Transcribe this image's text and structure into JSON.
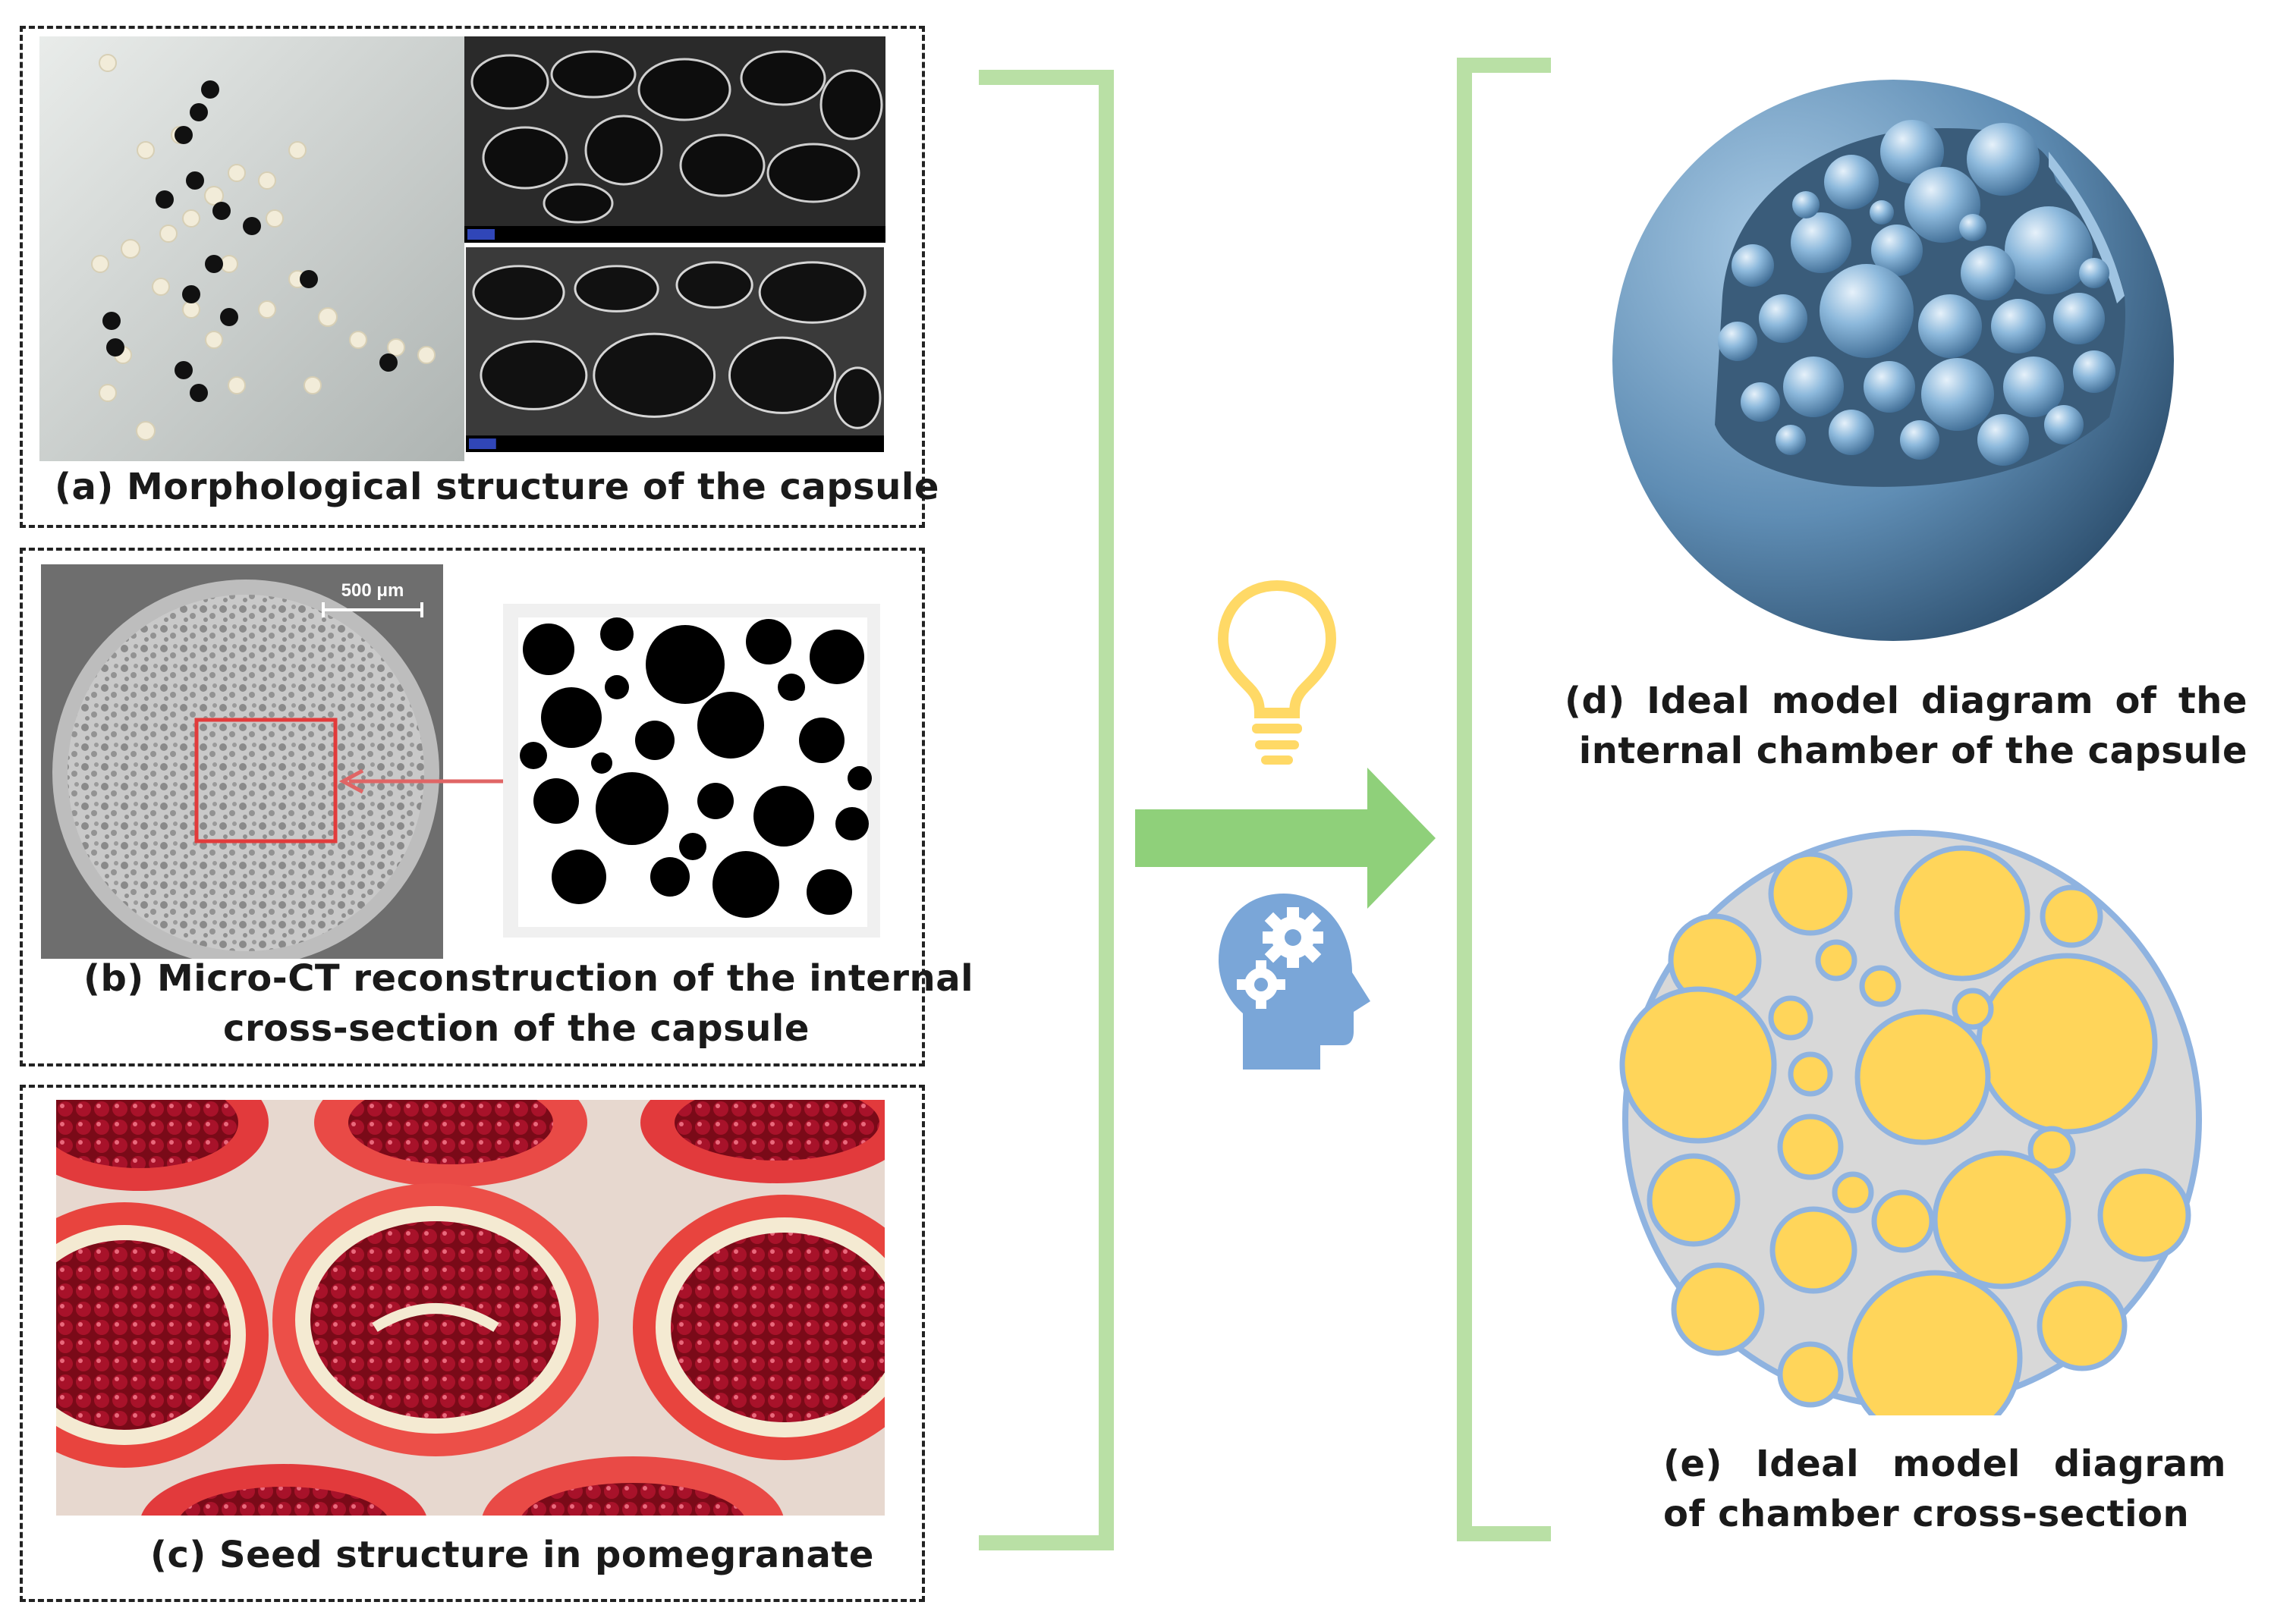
{
  "panels": {
    "a": {
      "caption": "(a)  Morphological structure of the capsule"
    },
    "b": {
      "caption_line1": "(b) Micro-CT reconstruction of the internal",
      "caption_line2": "cross-section of the capsule",
      "scale_bar": "500 μm"
    },
    "c": {
      "caption": "(c) Seed structure in pomegranate"
    },
    "d": {
      "caption_line1": "(d) Ideal model diagram of the",
      "caption_line2": "internal chamber of the capsule"
    },
    "e": {
      "caption_line1": "(e) Ideal model diagram",
      "caption_line2": "of chamber cross-section"
    }
  },
  "icons": [
    "lightbulb-icon",
    "head-gears-icon",
    "right-arrow-icon"
  ],
  "colors": {
    "bracket": "#b9e0a5",
    "arrow": "#8fd07a",
    "bulb": "#ffd966",
    "head": "#7aa6d8",
    "sphere": "#7aaed6",
    "circle_fill": "#ffd55a",
    "circle_stroke": "#8fb3e0",
    "section_bg": "#d8d8d8"
  }
}
